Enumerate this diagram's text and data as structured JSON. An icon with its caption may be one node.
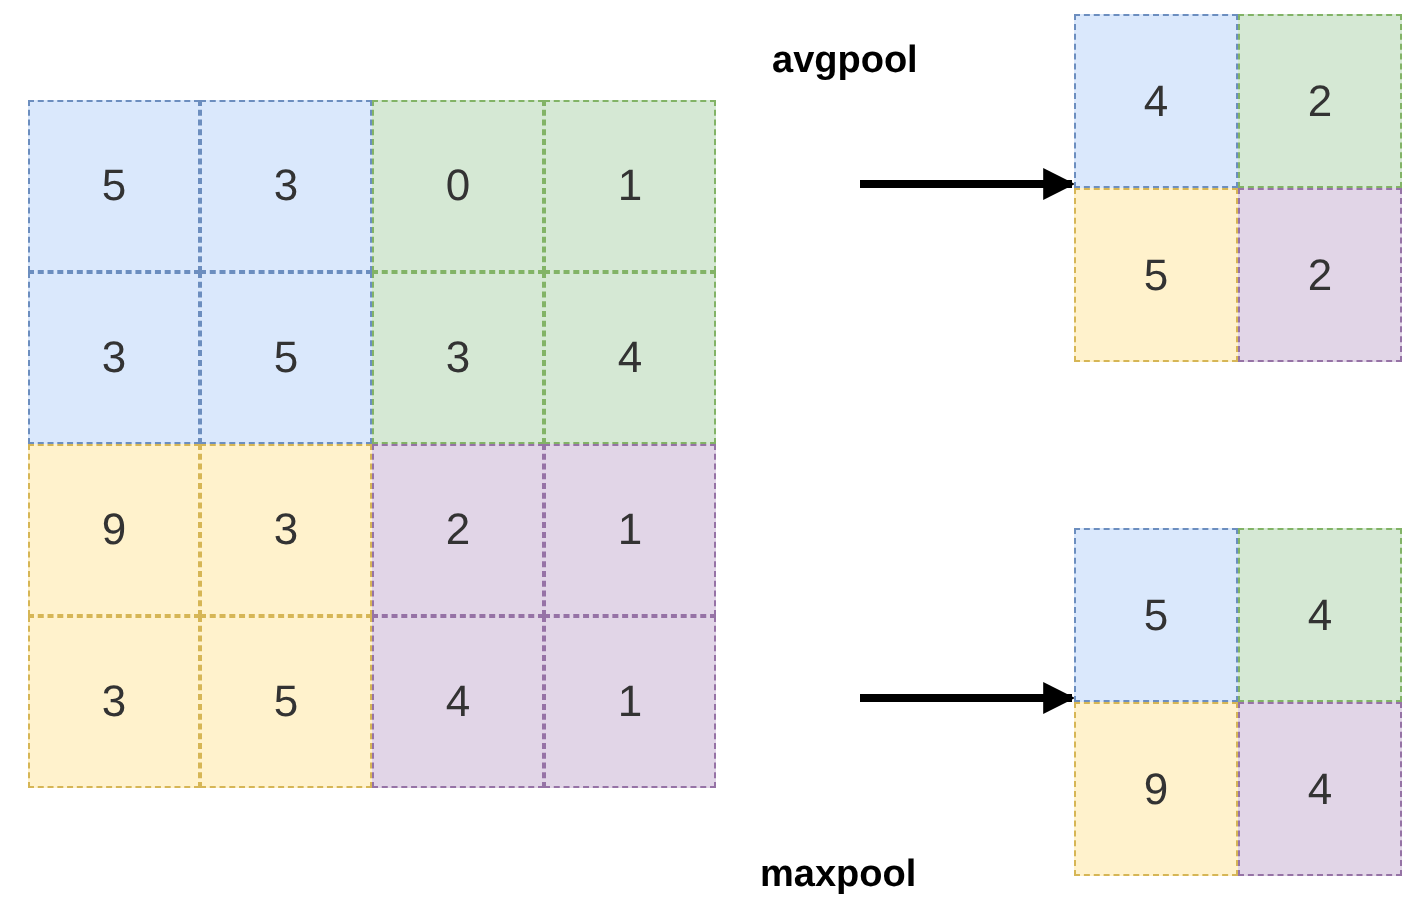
{
  "diagram": {
    "nodes": [
      {
        "text": [],
        "shape": "box"
      },
      {
        "text": [
          "5"
        ],
        "in": 0
      },
      {
        "text": [
          "3"
        ],
        "in": 0
      },
      {
        "text": [
          "0"
        ],
        "in": 0
      },
      {
        "text": [
          "1"
        ],
        "in": 0
      },
      {
        "text": [
          "3"
        ],
        "in": 0
      },
      {
        "text": [
          "5"
        ],
        "in": 0
      },
      {
        "text": [
          "3"
        ],
        "in": 0
      },
      {
        "text": [
          "4"
        ],
        "in": 0
      },
      {
        "text": [
          "9"
        ],
        "in": 0
      },
      {
        "text": [
          "3"
        ],
        "in": 0
      },
      {
        "text": [
          "2"
        ],
        "in": 0
      },
      {
        "text": [
          "1"
        ],
        "in": 0
      },
      {
        "text": [
          "3"
        ],
        "in": 0
      },
      {
        "text": [
          "5"
        ],
        "in": 0
      },
      {
        "text": [
          "4"
        ],
        "in": 0
      },
      {
        "text": [
          "1"
        ],
        "in": 0
      },
      {
        "text": [],
        "shape": "box"
      },
      {
        "text": [
          "4"
        ],
        "in": 17
      },
      {
        "text": [
          "2"
        ],
        "in": 17
      },
      {
        "text": [
          "5"
        ],
        "in": 17
      },
      {
        "text": [
          "2"
        ],
        "in": 17
      },
      {
        "text": [],
        "shape": "box"
      },
      {
        "text": [
          "5"
        ],
        "in": 22
      },
      {
        "text": [
          "4"
        ],
        "in": 22
      },
      {
        "text": [
          "9"
        ],
        "in": 22
      },
      {
        "text": [
          "4"
        ],
        "in": 22
      }
    ],
    "edges": [
      {
        "from": null,
        "to": 17,
        "arrow": "to"
      },
      {
        "from": null,
        "to": 22,
        "arrow": "to"
      }
    ],
    "labels": [
      "avgpool",
      "maxpool"
    ]
  }
}
